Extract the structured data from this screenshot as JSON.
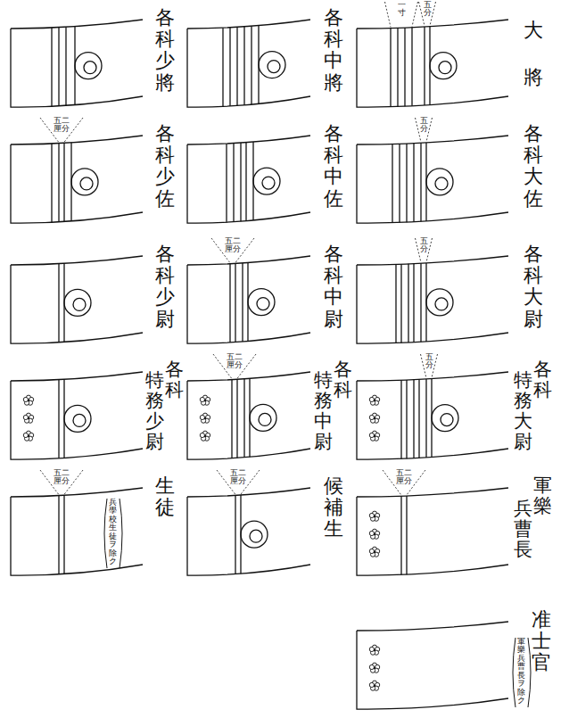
{
  "diagram": {
    "nodes": [
      {
        "text": [
          "大將"
        ]
      },
      {
        "text": [
          "各科中將"
        ]
      },
      {
        "text": [
          "各科少將"
        ]
      },
      {
        "text": [
          "各科大佐"
        ]
      },
      {
        "text": [
          "各科中佐"
        ]
      },
      {
        "text": [
          "各科少佐"
        ]
      },
      {
        "text": [
          "各科大尉"
        ]
      },
      {
        "text": [
          "各科中尉"
        ]
      },
      {
        "text": [
          "各科少尉"
        ]
      },
      {
        "text": [
          "各科",
          "特務大尉"
        ]
      },
      {
        "text": [
          "各科",
          "特務中尉"
        ]
      },
      {
        "text": [
          "各科",
          "特務少尉"
        ]
      },
      {
        "text": [
          "軍樂",
          "兵曹長"
        ]
      },
      {
        "text": [
          "候補生"
        ]
      },
      {
        "text": [
          "生徒",
          "兵學校生徒ヲ除ク"
        ]
      },
      {
        "text": [
          "准士官",
          "軍樂兵曹長ヲ除ク"
        ]
      }
    ],
    "labels": [
      "一寸",
      "五分",
      "五分",
      "二分五厘",
      "五分",
      "二分五厘",
      "五分",
      "二分五厘",
      "二分五厘",
      "二分五厘",
      "二分五厘"
    ]
  }
}
